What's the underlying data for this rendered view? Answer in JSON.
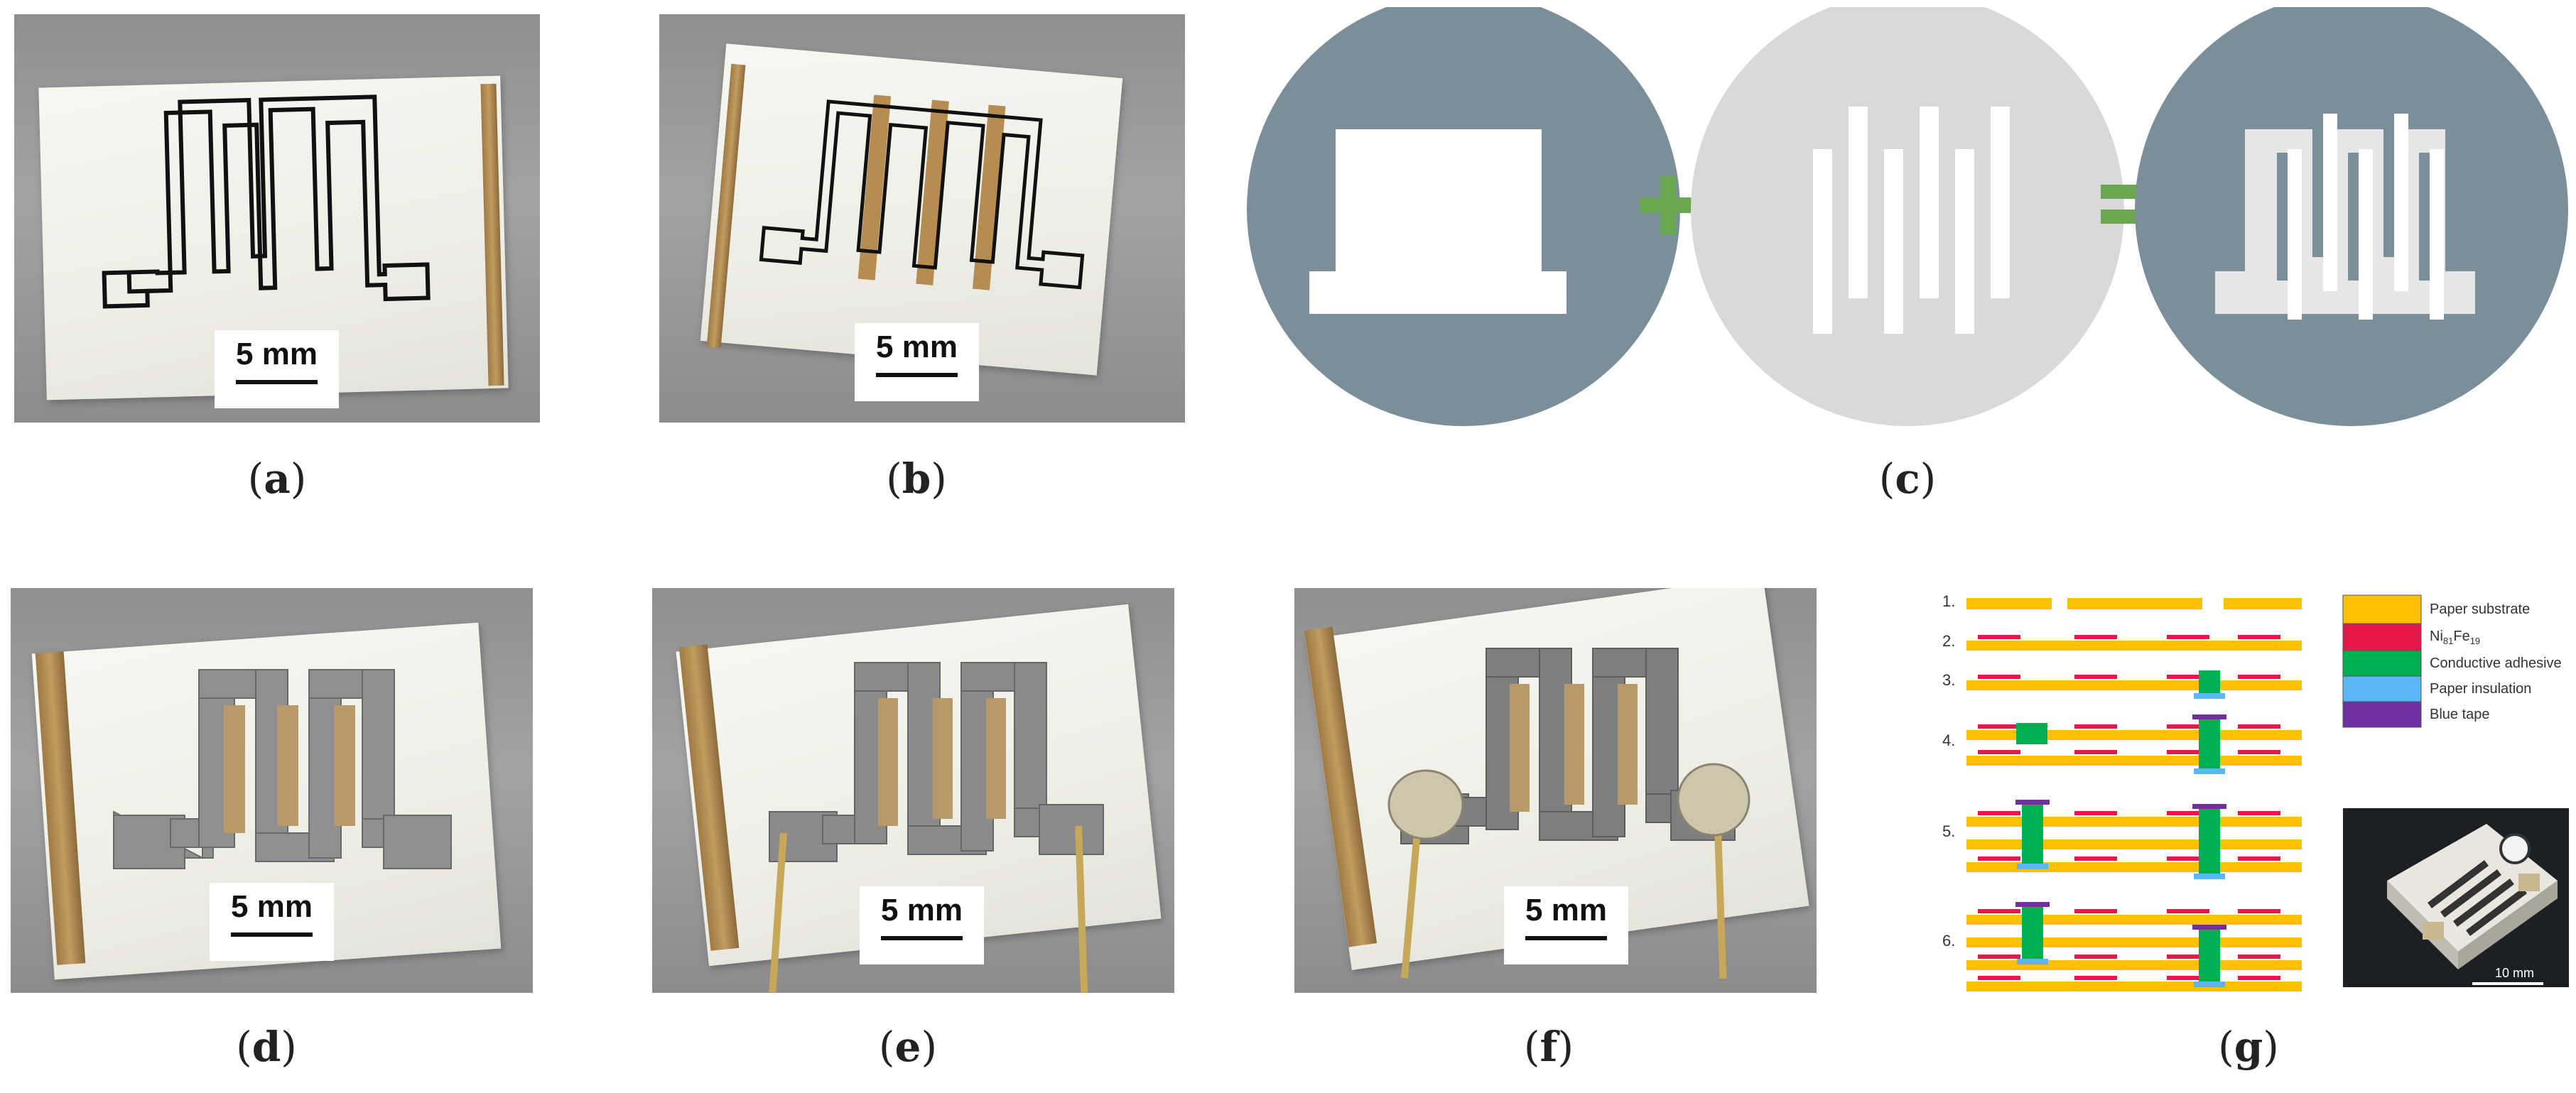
{
  "panels": {
    "a": {
      "caption_open": "(",
      "caption_letter": "a",
      "caption_close": ")",
      "scale": "5 mm"
    },
    "b": {
      "caption_open": "(",
      "caption_letter": "b",
      "caption_close": ")",
      "scale": "5 mm"
    },
    "c": {
      "caption_open": "(",
      "caption_letter": "c",
      "caption_close": ")",
      "plus": "+",
      "equals": "="
    },
    "d": {
      "caption_open": "(",
      "caption_letter": "d",
      "caption_close": ")",
      "scale": "5 mm"
    },
    "e": {
      "caption_open": "(",
      "caption_letter": "e",
      "caption_close": ")",
      "scale": "5 mm"
    },
    "f": {
      "caption_open": "(",
      "caption_letter": "f",
      "caption_close": ")",
      "scale": "5 mm"
    },
    "g": {
      "caption_open": "(",
      "caption_letter": "g",
      "caption_close": ")",
      "steps": [
        "1.",
        "2.",
        "3.",
        "4.",
        "5.",
        "6."
      ],
      "legend": [
        {
          "label": "Paper substrate",
          "color": "#FFC000"
        },
        {
          "label_main": "Ni",
          "label_sub1": "81",
          "label_mid": "Fe",
          "label_sub2": "19",
          "color": "#E8174A"
        },
        {
          "label": "Conductive adhesive",
          "color": "#00B050"
        },
        {
          "label": "Paper insulation",
          "color": "#5BB6F5"
        },
        {
          "label": "Blue tape",
          "color": "#7030A0"
        }
      ],
      "photo_scale": "10 mm"
    }
  },
  "colors": {
    "circle_dark": "#7B8F9A",
    "circle_light": "#D9D9D9",
    "operator_green": "#6AA84F",
    "film_white": "#FFFFFF",
    "film_light": "#E6E6E6"
  }
}
